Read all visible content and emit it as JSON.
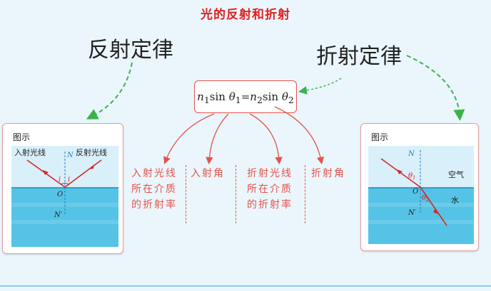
{
  "title": "光的反射和折射",
  "laws": {
    "reflection": "反射定律",
    "refraction": "折射定律"
  },
  "formula": {
    "n1": "n",
    "n1_sub": "1",
    "sin1": "sin ",
    "theta1": "θ",
    "theta1_sub": "1",
    "eq": "=",
    "n2": "n",
    "n2_sub": "2",
    "sin2": "sin ",
    "theta2": "θ",
    "theta2_sub": "2"
  },
  "reflection_card": {
    "label": "图示",
    "incident_label": "入射光线",
    "reflected_label": "反射光线",
    "normal_top": "N",
    "normal_bottom": "N′",
    "point": "O",
    "angle_i": "i",
    "angle_r": "i"
  },
  "refraction_card": {
    "label": "图示",
    "normal_top": "N",
    "normal_bottom": "N′",
    "point": "O",
    "theta1": "θ",
    "theta1_sub": "1",
    "theta2": "θ",
    "theta2_sub": "2",
    "air": "空气",
    "water": "水"
  },
  "descriptions": [
    {
      "lines": [
        "入射光线",
        "所在介质",
        "的折射率"
      ]
    },
    {
      "lines": [
        "入射角"
      ]
    },
    {
      "lines": [
        "折射光线",
        "所在介质",
        "的折射率"
      ]
    },
    {
      "lines": [
        "折射角"
      ]
    }
  ],
  "colors": {
    "title": "#e02020",
    "accent": "#e5534b",
    "arrow_green": "#3bb34a",
    "water": "#55c3e5",
    "air": "#d9f0fb"
  }
}
